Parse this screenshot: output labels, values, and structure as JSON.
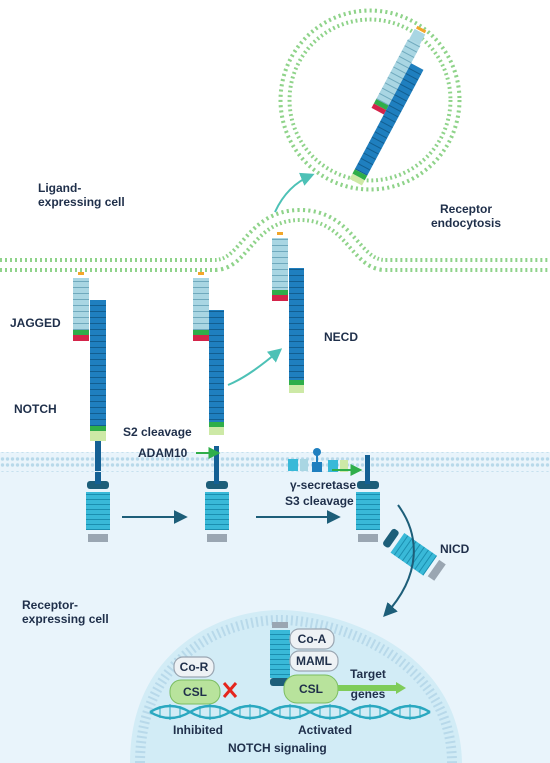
{
  "labels": {
    "ligand_cell": [
      "Ligand-",
      "expressing cell"
    ],
    "receptor_endocytosis": [
      "Receptor",
      "endocytosis"
    ],
    "jagged": "JAGGED",
    "notch": "NOTCH",
    "necd": "NECD",
    "s2_cleavage": "S2 cleavage",
    "adam10": "ADAM10",
    "gamma_secretase": "γ-secretase",
    "s3_cleavage": "S3 cleavage",
    "nicd": "NICD",
    "receptor_cell": [
      "Receptor-",
      "expressing cell"
    ],
    "co_r": "Co-R",
    "co_a": "Co-A",
    "maml": "MAML",
    "csl_left": "CSL",
    "csl_right": "CSL",
    "target_genes": [
      "Target",
      "genes"
    ],
    "inhibited": "Inhibited",
    "activated": "Activated",
    "notch_signaling": "NOTCH signaling"
  },
  "colors": {
    "membrane": "#8fd38a",
    "receptor_cell_fill": "#e9f4fb",
    "nucleus_fill": "#d2ecf6",
    "notch_blue": "#1f7fbf",
    "notch_blue_dark": "#146094",
    "jagged_light": "#a9d6e3",
    "notch_light": "#39b9d8",
    "arrow_teal": "#4dc1b6",
    "arrow_dark": "#1d5e79",
    "green_band": "#2fae4a",
    "red_band": "#d4244a",
    "orange_tip": "#f2a62a",
    "pale_green": "#cde9a6",
    "label_text": "#1f2f4a",
    "dna_teal": "#2aa8c0",
    "inhibit_x": "#e5251d",
    "activate_arrow": "#7fcc5a"
  },
  "icons": [
    "red-x-inhibition-icon",
    "green-activation-arrow-icon"
  ]
}
